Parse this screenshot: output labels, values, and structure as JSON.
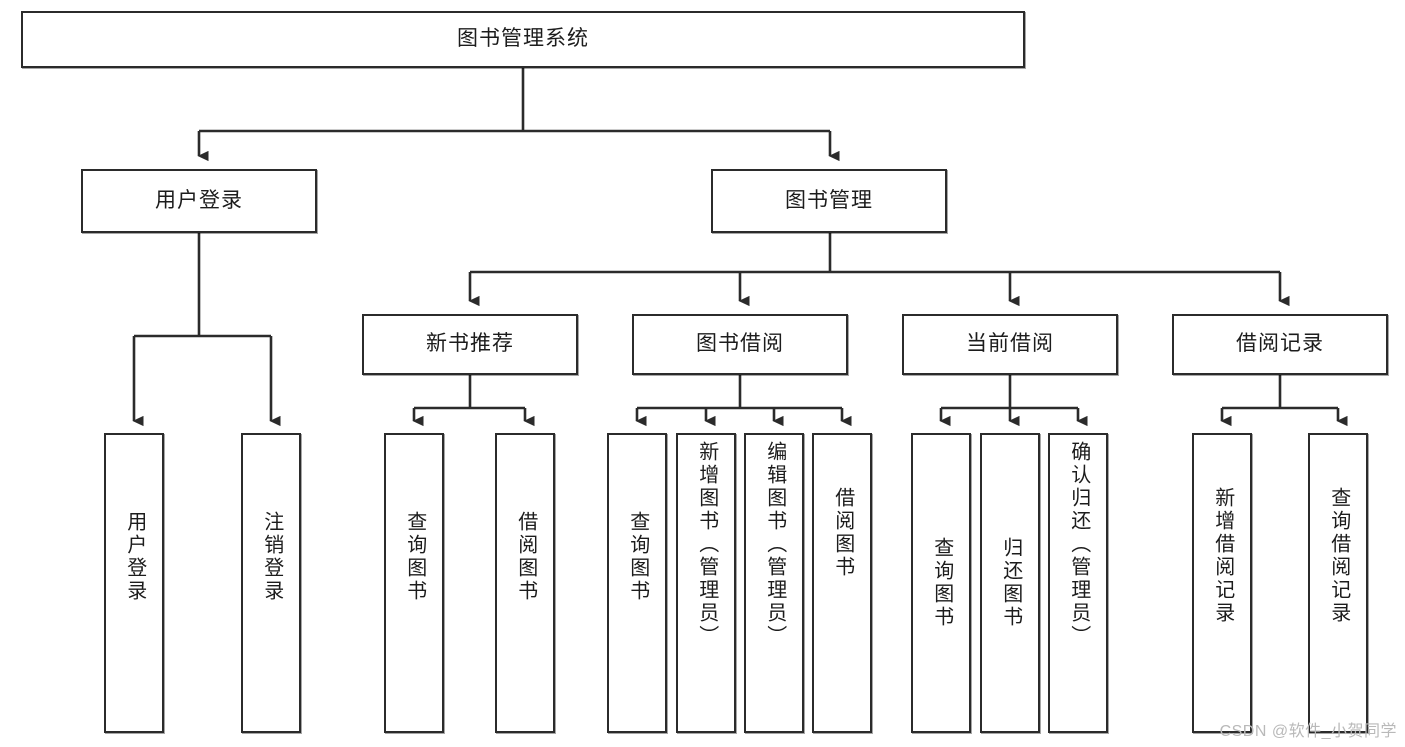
{
  "diagram": {
    "type": "tree",
    "title": "图书管理系统",
    "watermark": "CSDN @软件_小贺同学",
    "colors": {
      "stroke": "#2b2b2b",
      "fill": "#ffffff",
      "text": "#1c1c1c",
      "watermark": "#b9b9b9"
    },
    "root": {
      "label": "图书管理系统"
    },
    "level2": [
      {
        "label": "用户登录"
      },
      {
        "label": "图书管理"
      }
    ],
    "level3": [
      {
        "label": "新书推荐"
      },
      {
        "label": "图书借阅"
      },
      {
        "label": "当前借阅"
      },
      {
        "label": "借阅记录"
      }
    ],
    "leaves": {
      "user_login": [
        {
          "label": "用户登录"
        },
        {
          "label": "注销登录"
        }
      ],
      "new_book": [
        {
          "label": "查询图书"
        },
        {
          "label": "借阅图书"
        }
      ],
      "book_borrow": [
        {
          "label": "查询图书"
        },
        {
          "label": "新增图书（管理员）"
        },
        {
          "label": "编辑图书（管理员）"
        },
        {
          "label": "借阅图书"
        }
      ],
      "current_borrow": [
        {
          "label": "查询图书"
        },
        {
          "label": "归还图书"
        },
        {
          "label": "确认归还（管理员）"
        }
      ],
      "borrow_record": [
        {
          "label": "新增借阅记录"
        },
        {
          "label": "查询借阅记录"
        }
      ]
    }
  }
}
